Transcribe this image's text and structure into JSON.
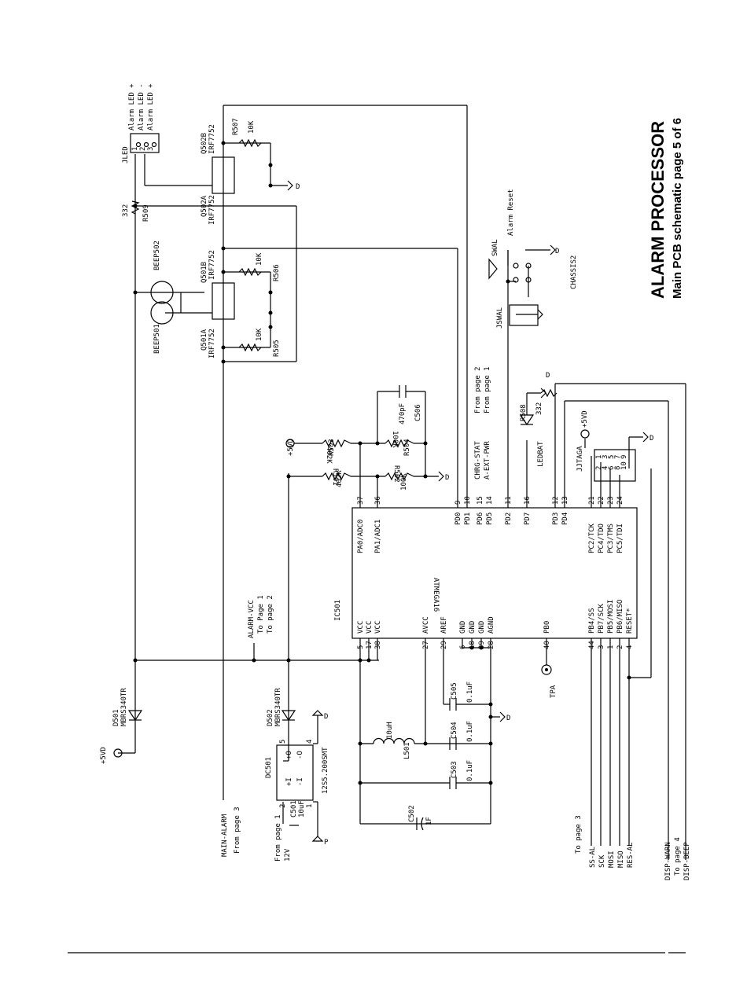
{
  "title": {
    "main": "ALARM PROCESSOR",
    "sub": "Main PCB schematic page 5 of 6"
  },
  "ic": {
    "ref": "IC501",
    "part": "ATMEGA16",
    "top_pins": [
      {
        "num": "37",
        "name": "PA0/ADC0"
      },
      {
        "num": "36",
        "name": "PA1/ADC1"
      },
      {
        "num": "9",
        "name": "PD0"
      },
      {
        "num": "10",
        "name": "PD1"
      },
      {
        "num": "15",
        "name": "PD6"
      },
      {
        "num": "14",
        "name": "PD5"
      },
      {
        "num": "11",
        "name": "PD2"
      },
      {
        "num": "16",
        "name": "PD7"
      },
      {
        "num": "12",
        "name": "PD3"
      },
      {
        "num": "13",
        "name": "PD4"
      },
      {
        "num": "21",
        "name": "PC2/TCK"
      },
      {
        "num": "22",
        "name": "PC4/TDO"
      },
      {
        "num": "23",
        "name": "PC3/TMS"
      },
      {
        "num": "24",
        "name": "PC5/TDI"
      }
    ],
    "bottom_pins": [
      {
        "num": "5",
        "name": "VCC"
      },
      {
        "num": "17",
        "name": "VCC"
      },
      {
        "num": "38",
        "name": "VCC"
      },
      {
        "num": "27",
        "name": "AVCC"
      },
      {
        "num": "29",
        "name": "AREF"
      },
      {
        "num": "6",
        "name": "GND"
      },
      {
        "num": "18",
        "name": "GND"
      },
      {
        "num": "39",
        "name": "GND"
      },
      {
        "num": "28",
        "name": "AGND"
      },
      {
        "num": "40",
        "name": "PB0"
      },
      {
        "num": "44",
        "name": "PB4/SS"
      },
      {
        "num": "3",
        "name": "PB7/SCK"
      },
      {
        "num": "1",
        "name": "PB5/MOSI"
      },
      {
        "num": "2",
        "name": "PB6/MISO"
      },
      {
        "num": "4",
        "name": "RESET*"
      }
    ]
  },
  "jled": {
    "ref": "JLED",
    "labels": [
      "Alarm LED +",
      "Alarm LED -",
      "Alarm LED +"
    ],
    "pins": [
      "1",
      "2",
      "3"
    ]
  },
  "resistors": {
    "r509": {
      "ref": "R509",
      "value": "332"
    },
    "r507": {
      "ref": "R507",
      "value": "10K"
    },
    "r506": {
      "ref": "R506",
      "value": "10K"
    },
    "r505": {
      "ref": "R505",
      "value": "10K"
    },
    "r503": {
      "ref": "R503",
      "value": "402K"
    },
    "r504": {
      "ref": "R504",
      "value": "100K"
    },
    "r501": {
      "ref": "R501",
      "value": "402K"
    },
    "r502": {
      "ref": "R502",
      "value": "100K"
    },
    "r508": {
      "ref": "R508",
      "value": "332"
    }
  },
  "mosfets": {
    "q502b": {
      "ref": "Q502B",
      "part": "IRF7752"
    },
    "q502a": {
      "ref": "Q502A",
      "part": "IRF7752"
    },
    "q501b": {
      "ref": "Q501B",
      "part": "IRF7752"
    },
    "q501a": {
      "ref": "Q501A",
      "part": "IRF7752"
    }
  },
  "beepers": {
    "b502": "BEEP502",
    "b501": "BEEP501"
  },
  "caps": {
    "c506": {
      "ref": "C506",
      "value": "470pF"
    },
    "c505": {
      "ref": "C505",
      "value": "0.1uF"
    },
    "c504": {
      "ref": "C504",
      "value": "0.1uF"
    },
    "c503": {
      "ref": "C503",
      "value": "0.1uF"
    },
    "c502": {
      "ref": "C502",
      "value": "1F"
    },
    "c501": {
      "ref": "C501",
      "value": "10uF"
    }
  },
  "inductor": {
    "ref": "L501",
    "value": "10uH"
  },
  "diodes": {
    "d501": {
      "ref": "D501",
      "part": "MBRS340TR"
    },
    "d502": {
      "ref": "D502",
      "part": "MBRS340TR"
    }
  },
  "dcdc": {
    "ref": "DC501",
    "part": "12S5.200SMT",
    "pins": [
      "+I",
      "-I",
      "+O",
      "-O"
    ],
    "pin_nums": [
      "2",
      "1",
      "5",
      "4"
    ]
  },
  "switch": {
    "ref": "SWAL",
    "label": "Alarm Reset",
    "conn": "JSWAL",
    "chassis": "CHASSIS2"
  },
  "led": {
    "ref": "LEDBAT"
  },
  "jtag": {
    "ref": "JJTAGA",
    "pins": [
      "1",
      "2",
      "3",
      "4",
      "5",
      "6",
      "7",
      "8",
      "9",
      "10"
    ]
  },
  "nets": {
    "vd1": "+5VD",
    "vd2": "+5VD",
    "vd3": "+5VD",
    "gnd": "D",
    "p": "P",
    "alarm_vcc": "ALARM-VCC",
    "to_page1": "To Page 1",
    "to_page2": "To page 2",
    "chrg_stat": "CHRG-STAT",
    "a_ext_pwr": "A-EXT-PWR",
    "from_page2": "From page 2",
    "from_page1": "From page 1",
    "main_alarm": "MAIN-ALARM",
    "from_page3": "From page 3",
    "from_page1b": "From page 1",
    "v12": "12V",
    "tpa": "TPA",
    "to_page3": "To page 3",
    "ss_al": "SS-AL",
    "sck": "SCK",
    "mosi": "MOSI",
    "miso": "MISO",
    "res_al": "RES-AL",
    "disp_warn": "DISP-WARN",
    "to_page4": "To page 4",
    "disp_beep": "DISP-BEEP"
  }
}
